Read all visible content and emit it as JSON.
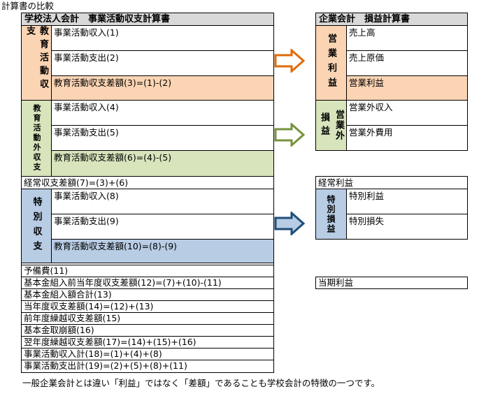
{
  "title": "計算書の比較",
  "school": {
    "header": "学校法人会計　事業活動収支計算書",
    "education": {
      "label": "教育活動収支",
      "income": "事業活動収入(1)",
      "expense": "事業活動支出(2)",
      "balance": "教育活動収支差額(3)=(1)-(2)"
    },
    "non_education": {
      "label": "教育活動外収支",
      "income": "事業活動収入(4)",
      "expense": "事業活動支出(5)",
      "balance": "教育活動収支差額(6)=(4)-(5)"
    },
    "ordinary": "経常収支差額(7)=(3)+(6)",
    "special": {
      "label": "特別収支",
      "income": "事業活動収入(8)",
      "expense": "事業活動支出(9)",
      "balance": "教育活動収支差額(10)=(8)-(9)"
    },
    "rows": [
      "予備費(11)",
      "基本金組入前当年度収支差額(12)=(7)+(10)-(11)",
      "基本金組入額合計(13)",
      "当年度収支差額(14)=(12)+(13)",
      "前年度繰越収支差額(15)",
      "基本金取崩額(16)",
      "翌年度繰越収支差額(17)=(14)+(15)+(16)",
      "事業活動収入計(18)=(1)+(4)+(8)",
      "事業活動支出計(19)=(2)+(5)+(8)+(11)"
    ]
  },
  "company": {
    "header": "企業会計　損益計算書",
    "operating": {
      "label": "営業利益",
      "sales": "売上高",
      "cost": "売上原価",
      "profit": "営業利益"
    },
    "non_operating": {
      "outer_label": "損益",
      "inner_label": "営業外",
      "income": "営業外収入",
      "expense": "営業外費用"
    },
    "ordinary_profit": "経常利益",
    "extraordinary": {
      "label": "特別損益",
      "gain": "特別利益",
      "loss": "特別損失"
    },
    "net_income": "当期利益"
  },
  "footer": "一般企業会計とは違い「利益」ではなく「差額」であることも学校会計の特徴の一つです。",
  "colors": {
    "orange_fill": "#fbd4b4",
    "green_fill": "#d8e4bc",
    "blue_fill": "#b8cce4",
    "header_fill": "#d9d9d9",
    "arrow_orange": "#e26b0a",
    "arrow_green": "#76933c",
    "arrow_blue": "#1f4e79"
  }
}
